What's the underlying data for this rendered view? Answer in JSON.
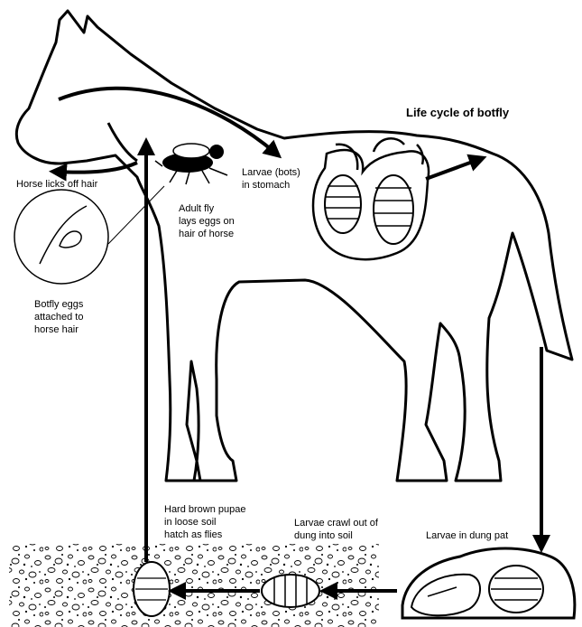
{
  "title": "Life cycle of botfly",
  "labels": {
    "horse_licks": "Horse licks off hair",
    "adult_fly": "Adult fly\nlays eggs on\nhair of horse",
    "larvae_stomach": "Larvae (bots)\nin stomach",
    "botfly_eggs": "Botfly eggs\nattached to\nhorse hair",
    "pupae": "Hard brown pupae\nin loose soil\nhatch as flies",
    "larvae_crawl": "Larvae crawl out of\ndung into soil",
    "larvae_dung": "Larvae in dung pat"
  },
  "colors": {
    "ink": "#000000",
    "paper": "#ffffff"
  }
}
